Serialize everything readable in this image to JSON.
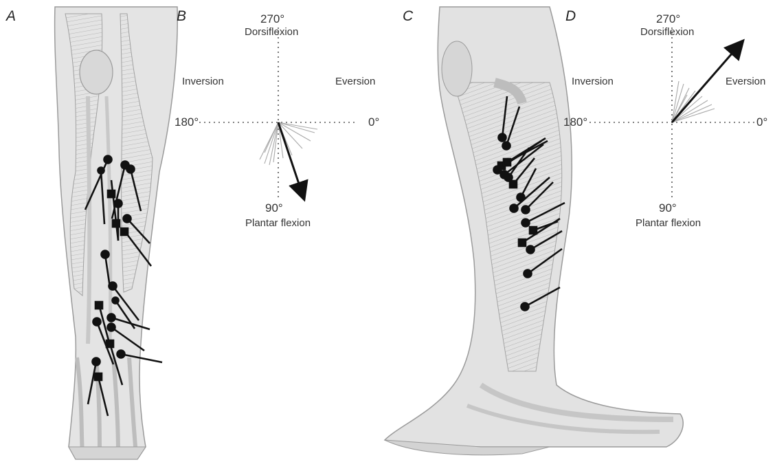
{
  "panels": {
    "a": "A",
    "b": "B",
    "c": "C",
    "d": "D"
  },
  "polar_b": {
    "deg_270": "270°",
    "dorsiflexion": "Dorsiflexion",
    "inversion": "Inversion",
    "eversion": "Eversion",
    "deg_180": "180°",
    "deg_0": "0°",
    "deg_90": "90°",
    "plantar": "Plantar flexion"
  },
  "polar_d": {
    "deg_270": "270°",
    "dorsiflexion": "Dorsiflexion",
    "inversion": "Inversion",
    "eversion": "Eversion",
    "deg_180": "180°",
    "deg_0": "0°",
    "deg_90": "90°",
    "plantar": "Plantar flexion"
  },
  "colors": {
    "ink": "#111111",
    "muscle_light": "#d9d9d9",
    "muscle_mid": "#bdbdbd",
    "muscle_dark": "#9a9a9a",
    "guide": "#555555"
  }
}
